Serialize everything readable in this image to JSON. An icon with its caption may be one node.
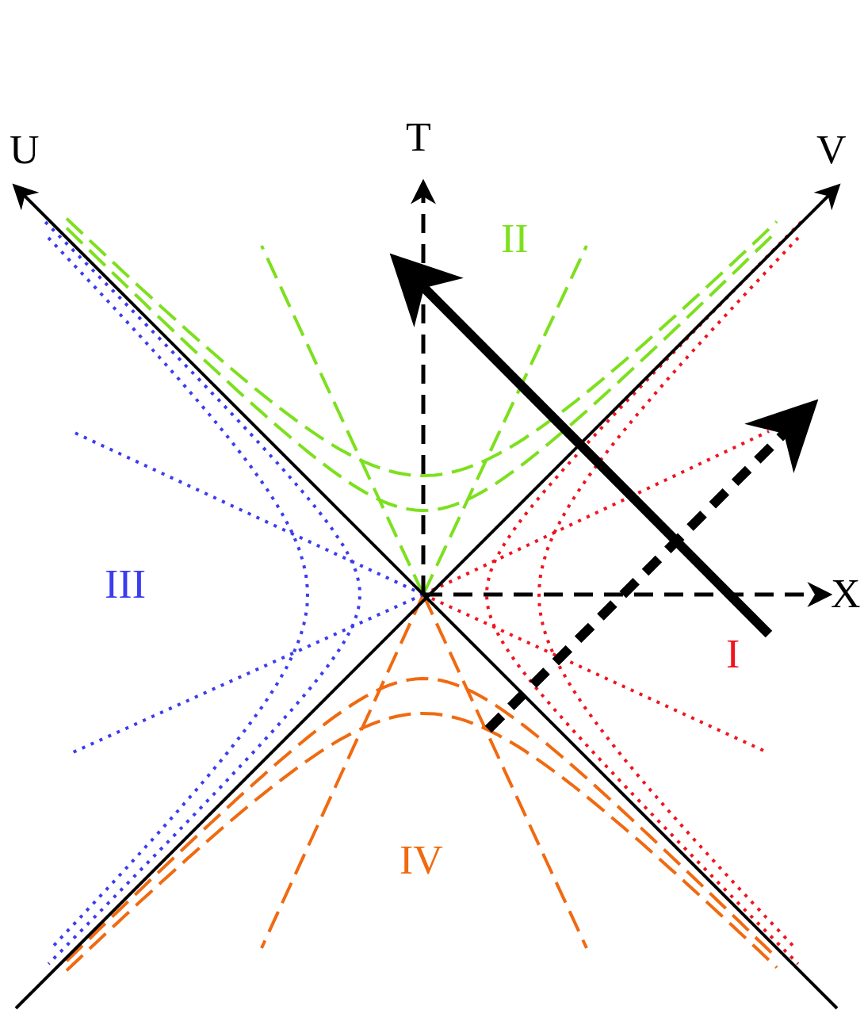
{
  "diagram": {
    "labels": [
      "U",
      "T",
      "V",
      "II",
      "III",
      "X",
      "I",
      "IV"
    ]
  }
}
